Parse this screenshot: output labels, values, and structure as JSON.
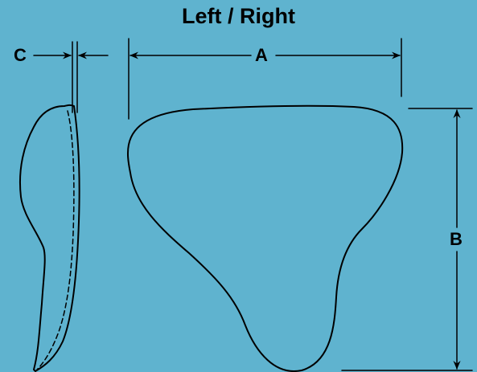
{
  "title": "Left / Right",
  "labels": {
    "a": "A",
    "b": "B",
    "c": "C"
  },
  "colors": {
    "background": "#5fb3cf",
    "ink": "#000000"
  },
  "shapes": [
    "side-profile",
    "face-outline"
  ],
  "icons": [
    "arrow-left-icon",
    "arrow-right-icon",
    "arrow-up-icon",
    "arrow-down-icon"
  ]
}
